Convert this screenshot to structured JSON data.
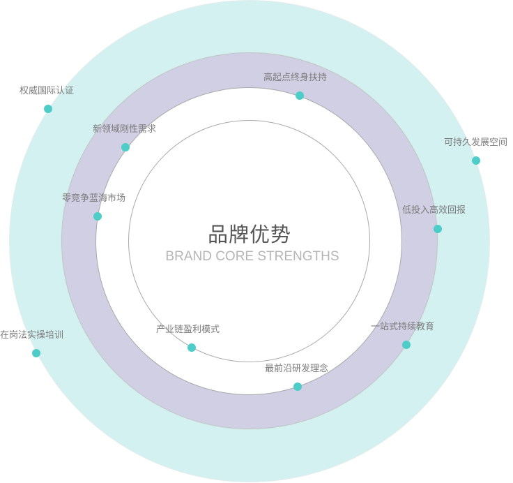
{
  "center": {
    "title": "品牌优势",
    "subtitle": "BRAND CORE STRENGTHS"
  },
  "colors": {
    "outer_ring": "#d4f1f1",
    "middle_ring": "#d1cfe3",
    "inner_area": "#ffffff",
    "dot": "#4ecdc8",
    "label_text": "#7a7a7a"
  },
  "strengths": [
    {
      "label": "权威国际认证",
      "ring": "outer"
    },
    {
      "label": "新领域刚性需求",
      "ring": "middle"
    },
    {
      "label": "高起点终身扶持",
      "ring": "middle"
    },
    {
      "label": "可持久发展空间",
      "ring": "outer"
    },
    {
      "label": "零竞争蓝海市场",
      "ring": "middle"
    },
    {
      "label": "低投入高效回报",
      "ring": "middle"
    },
    {
      "label": "在岗法实操培训",
      "ring": "outer"
    },
    {
      "label": "产业链盈利模式",
      "ring": "inner"
    },
    {
      "label": "一站式持续教育",
      "ring": "middle"
    },
    {
      "label": "最前沿研发理念",
      "ring": "middle"
    }
  ]
}
